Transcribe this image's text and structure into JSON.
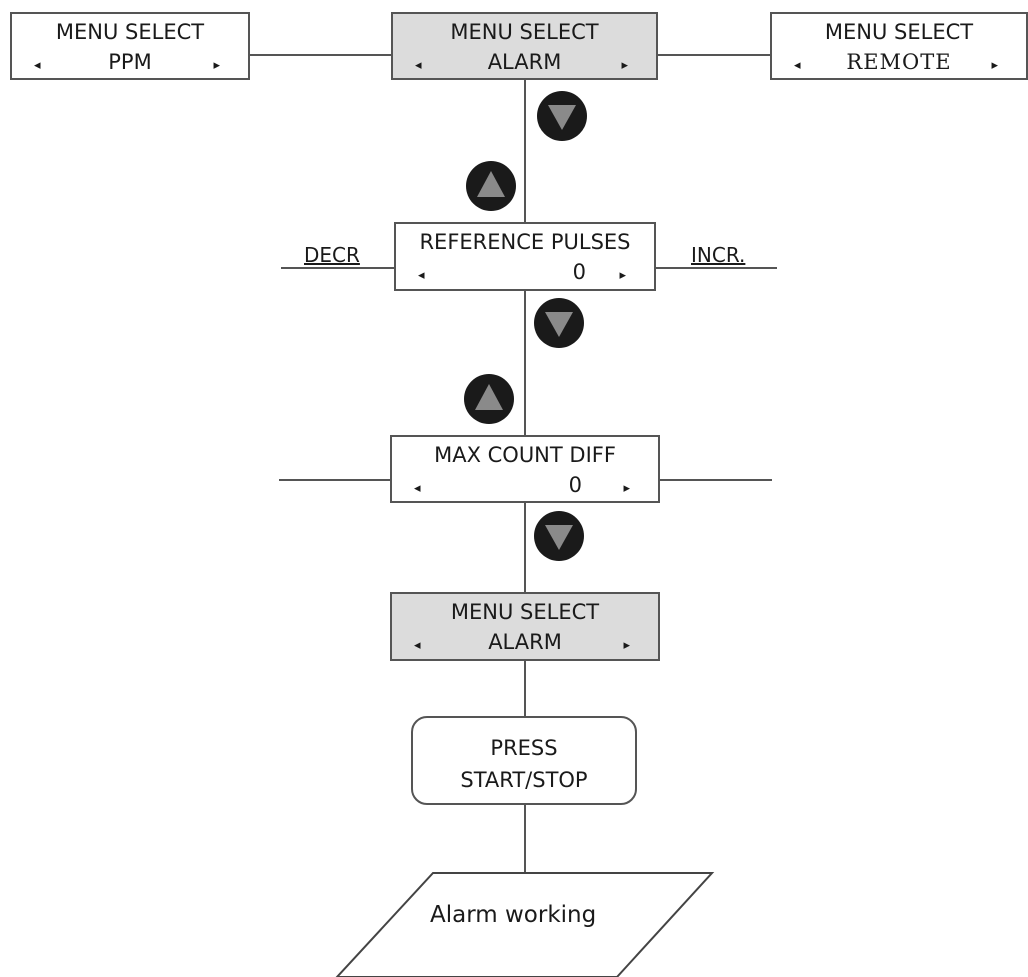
{
  "menu_top": {
    "left": {
      "title": "MENU SELECT",
      "value": "PPM"
    },
    "center": {
      "title": "MENU SELECT",
      "value": "ALARM"
    },
    "right": {
      "title": "MENU SELECT",
      "value": "REMOTE"
    }
  },
  "reference_pulses": {
    "title": "REFERENCE PULSES",
    "value": "0",
    "left_label": "DECR",
    "right_label": "INCR."
  },
  "max_count_diff": {
    "title": "MAX COUNT DIFF",
    "value": "0"
  },
  "menu_bottom": {
    "title": "MENU SELECT",
    "value": "ALARM"
  },
  "press": {
    "line1": "PRESS",
    "line2": "START/STOP"
  },
  "output": {
    "label": "Alarm working"
  },
  "glyphs": {
    "left": "◂",
    "right": "▸"
  },
  "colors": {
    "box_border": "#555555",
    "highlight_fill": "#dcdcdc",
    "button_dark": "#1a1a1a",
    "button_inner": "#8a8a8a"
  }
}
